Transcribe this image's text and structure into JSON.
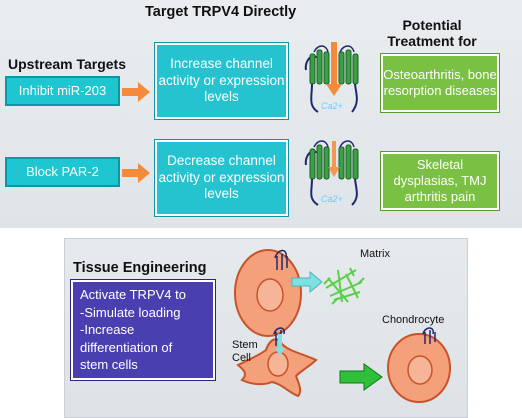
{
  "headers": {
    "target": "Target TRPV4 Directly",
    "treatment": "Potential Treatment for",
    "upstream": "Upstream Targets",
    "tissue": "Tissue Engineering"
  },
  "upstream": {
    "inhibit": "Inhibit miR-203",
    "block": "Block PAR-2"
  },
  "direct": {
    "increase": "Increase channel activity or expression levels",
    "decrease": "Decrease channel activity or expression levels"
  },
  "treatments": {
    "top": "Osteoarthritis, bone resorption diseases",
    "bottom": "Skeletal dysplasias, TMJ arthritis pain"
  },
  "ion_label": "Ca2+",
  "tissue_engineering": {
    "lines": [
      "Activate TRPV4 to",
      "-Simulate loading",
      "-Increase",
      "differentiation of",
      "stem cells"
    ]
  },
  "cell_labels": {
    "matrix": "Matrix",
    "chondrocyte": "Chondrocyte",
    "stem_cell": [
      "Stem",
      "Cell"
    ]
  },
  "colors": {
    "teal": "#1ec6d2",
    "green": "#7ac143",
    "purple": "#4a3fb0",
    "orange_arrow": "#f58a3c",
    "channel_green": "#3aa047"
  }
}
